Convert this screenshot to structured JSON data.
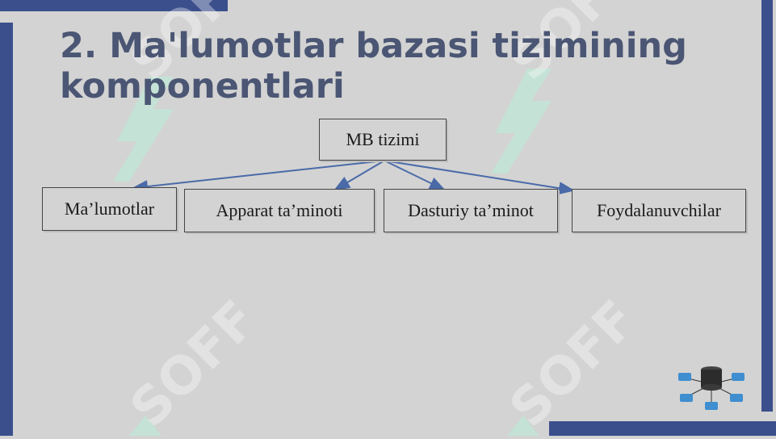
{
  "slide": {
    "title": "2. Ma'lumotlar bazasi tizimining komponentlari",
    "watermark": "SOFF",
    "colors": {
      "frame": "#3b4f8c",
      "title": "#4a5673",
      "arrow": "#4a6aa8",
      "watermark_logo": "#bfe8d6"
    }
  },
  "diagram": {
    "root": "MB tizimi",
    "children": [
      "Ma’lumotlar",
      "Apparat ta’minoti",
      "Dasturiy ta’minot",
      "Foydalanuvchilar"
    ]
  },
  "decor": {
    "icon": "database-network-icon"
  }
}
